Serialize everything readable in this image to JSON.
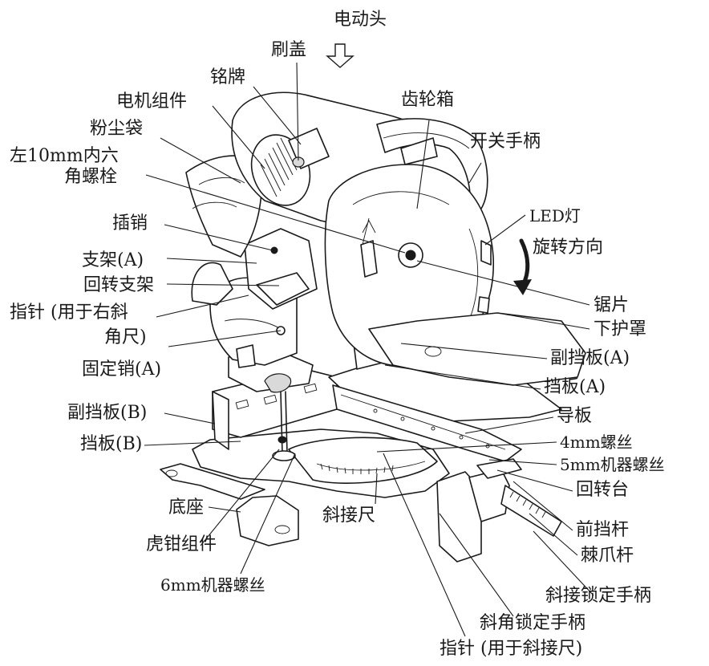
{
  "labels": {
    "motor_head": "电动头",
    "brush_cover": "刷盖",
    "nameplate": "铭牌",
    "motor_assembly": "电机组件",
    "dust_bag": "粉尘袋",
    "left_hex_bolt_line1": "左10mm内六",
    "left_hex_bolt_line2": "角螺栓",
    "gear_box": "齿轮箱",
    "switch_handle": "开关手柄",
    "led_light": "LED灯",
    "rotation_direction": "旋转方向",
    "pin": "插销",
    "bracket_a": "支架(A)",
    "rotating_bracket": "回转支架",
    "pointer_right_bevel_line1": "指针 (用于右斜",
    "pointer_right_bevel_line2": "角尺)",
    "fixing_pin_a": "固定销(A)",
    "saw_blade": "锯片",
    "lower_guard": "下护罩",
    "sub_fence_a": "副挡板(A)",
    "fence_a": "挡板(A)",
    "guide_plate": "导板",
    "sub_fence_b": "副挡板(B)",
    "fence_b": "挡板(B)",
    "screw_4mm": "4mm螺丝",
    "machine_screw_5mm": "5mm机器螺丝",
    "turn_base": "回转台",
    "front_stopper": "前挡杆",
    "ratchet_lever": "棘爪杆",
    "base": "底座",
    "miter_scale": "斜接尺",
    "vise_assembly": "虎钳组件",
    "machine_screw_6mm": "6mm机器螺丝",
    "miter_lock_handle": "斜接锁定手柄",
    "bevel_lock_handle": "斜角锁定手柄",
    "pointer_miter_scale": "指针 (用于斜接尺)"
  },
  "arrow_glyph": "⇩"
}
